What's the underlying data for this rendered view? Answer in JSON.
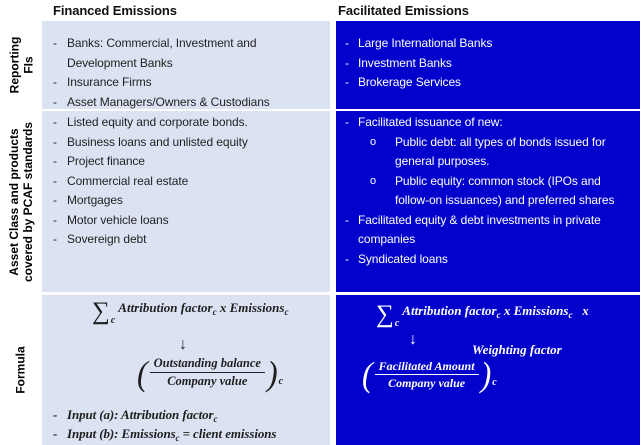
{
  "colors": {
    "light_cell": "#dbe3f3",
    "dark_cell": "#0202cc",
    "light_text": "#1f1f1f",
    "dark_text": "#ffffff"
  },
  "headers": {
    "financed": "Financed Emissions",
    "facilitated": "Facilitated Emissions"
  },
  "row_labels": {
    "reporting": {
      "line1": "Reporting",
      "line2": "FIs"
    },
    "asset": {
      "line1": "Asset Class and products",
      "line2": "covered by PCAF standards"
    },
    "formula": {
      "line1": "Formula",
      "line2": ""
    }
  },
  "reporting": {
    "financed_items": [
      {
        "b": "-",
        "i": 0,
        "t": "Banks: Commercial, Investment and Development Banks"
      },
      {
        "b": "-",
        "i": 0,
        "t": "Insurance Firms"
      },
      {
        "b": "-",
        "i": 0,
        "t": "Asset Managers/Owners & Custodians"
      }
    ],
    "facilitated_items": [
      {
        "b": "-",
        "i": 0,
        "t": "Large International Banks"
      },
      {
        "b": "-",
        "i": 0,
        "t": "Investment Banks"
      },
      {
        "b": "-",
        "i": 0,
        "t": "Brokerage Services"
      }
    ]
  },
  "asset": {
    "financed_items": [
      {
        "b": "-",
        "i": 0,
        "t": "Listed equity and corporate bonds."
      },
      {
        "b": "-",
        "i": 0,
        "t": "Business loans and unlisted equity"
      },
      {
        "b": "-",
        "i": 0,
        "t": "Project finance"
      },
      {
        "b": "-",
        "i": 0,
        "t": "Commercial real estate"
      },
      {
        "b": "-",
        "i": 0,
        "t": "Mortgages"
      },
      {
        "b": "-",
        "i": 0,
        "t": "Motor vehicle loans"
      },
      {
        "b": "-",
        "i": 0,
        "t": "Sovereign debt"
      }
    ],
    "facilitated_items": [
      {
        "b": "-",
        "i": 0,
        "t": "Facilitated issuance of new:"
      },
      {
        "b": "o",
        "i": 1,
        "t": "Public debt: all types of bonds issued for general purposes."
      },
      {
        "b": "o",
        "i": 1,
        "t": "Public equity: common stock (IPOs and follow-on issuances) and preferred shares"
      },
      {
        "b": "-",
        "i": 0,
        "t": "Facilitated equity & debt investments in private companies"
      },
      {
        "b": "-",
        "i": 0,
        "t": "Syndicated loans"
      }
    ]
  },
  "formula": {
    "financed": {
      "sigma": "∑",
      "sigma_sub": "c",
      "term": "Attribution factor~c~ x Emissions~c~",
      "arrow": "↓",
      "fraction": {
        "numerator": "Outstanding balance",
        "denominator": "Company value",
        "sub": "c",
        "open_paren": "(",
        "close_paren": ")"
      },
      "inputs": [
        {
          "b": "-",
          "i": 0,
          "t": "Input (a): Attribution factor~c~"
        },
        {
          "b": "-",
          "i": 0,
          "t": "Input (b): Emissions~c~ = client emissions"
        }
      ]
    },
    "facilitated": {
      "sigma": "∑",
      "sigma_sub": "c",
      "term": "Attribution factor~c~ x Emissions~c~   x",
      "weighting": "Weighting factor",
      "arrow": "↓",
      "fraction": {
        "numerator": "Facilitated Amount",
        "denominator": "Company value",
        "sub": "c",
        "open_paren": "(",
        "close_paren": ")"
      }
    }
  }
}
